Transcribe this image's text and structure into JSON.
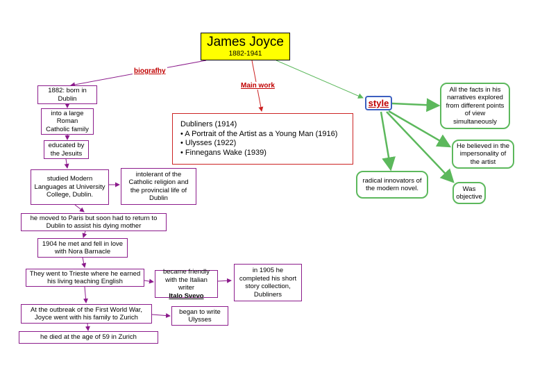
{
  "title": {
    "name": "James Joyce",
    "years": "1882-1941"
  },
  "labels": {
    "biography": "biografhy",
    "main_work": "Main work",
    "style": "style"
  },
  "main_works": {
    "first": "Dubliners (1914)",
    "bullets": [
      "• A Portrait of the Artist as a Young Man (1916)",
      "• Ulysses (1922)",
      "• Finnegans Wake (1939)"
    ]
  },
  "biography": {
    "born": "1882: born in Dublin",
    "family": "into a large Roman Catholic family",
    "jesuits": "educated by the Jesuits",
    "studied": "studied Modern Languages at University College, Dublin.",
    "intolerant": "intolerant of the Catholic religion and the provincial life of Dublin",
    "paris": "he moved to Paris but soon had to return  to Dublin to assist his dying mother",
    "nora": "1904 he met and fell in love with Nora Barnacle",
    "trieste": "They went to Trieste where he earned his living teaching English",
    "friendly": "became friendly with the Italian writer",
    "svevo": "Italo Svevo",
    "stories": "in 1905 he completed his short story collection, Dubliners",
    "zurich": "At the outbreak of the First World War, Joyce went with his family to Zurich",
    "ulysses": "began to write Ulysses",
    "died": "he died at the age of 59 in Zurich"
  },
  "style_points": {
    "facts": "All the facts in his narratives explored from different points of view simultaneously",
    "impersonality": "He believed in the impersonality of the artist",
    "objective": "Was objective",
    "radical": "radical innovators of the modern novel."
  },
  "colors": {
    "purple": "#8b1a8b",
    "red": "#cc2222",
    "green": "#5cb85c",
    "title_fill": "#ffff00",
    "style_border": "#3b5fc0"
  }
}
